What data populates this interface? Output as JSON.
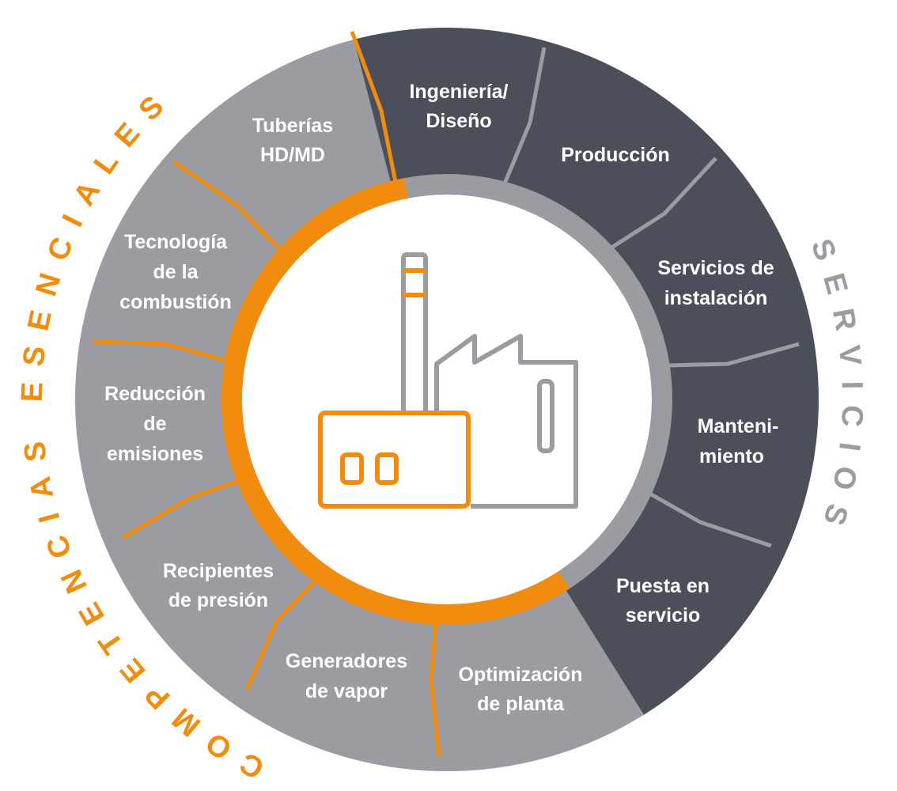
{
  "colors": {
    "orange": "#f28c0f",
    "dark": "#4a4f59",
    "gray": "#9a9ca2",
    "white": "#ffffff"
  },
  "arc_titles": {
    "left": "COMPETENCIAS ESENCIALES",
    "right": "SERVICIOS"
  },
  "services": [
    [
      "Ingeniería/",
      "Diseño"
    ],
    [
      "Producción"
    ],
    [
      "Servicios de",
      "instalación"
    ],
    [
      "Manteni-",
      "miento"
    ],
    [
      "Puesta en",
      "servicio"
    ]
  ],
  "competencies": [
    [
      "Tuberías",
      "HD/MD"
    ],
    [
      "Tecnología",
      "de la",
      "combustión"
    ],
    [
      "Reducción",
      "de",
      "emisiones"
    ],
    [
      "Recipientes",
      "de presión"
    ],
    [
      "Generadores",
      "de vapor"
    ],
    [
      "Optimización",
      "de planta"
    ]
  ],
  "center_icon": "factory-icon"
}
